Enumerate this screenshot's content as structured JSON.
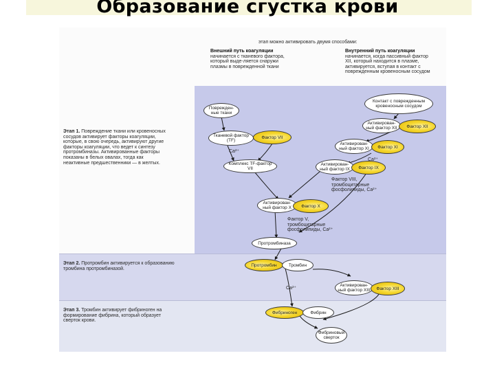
{
  "slide": {
    "title": "Образование сгустка крови"
  },
  "figure": {
    "intro": "этап можно активировать двумя способами:",
    "extrinsic": {
      "heading": "Внешний путь коагуляции",
      "text": "начинается с тканевого фактора, который выде-ляется снаружи плазмы в поврежденной ткани"
    },
    "intrinsic": {
      "heading": "Внутренний путь коагуляции",
      "text": "начинается, когда пассивный фактор XII, который находится в плазме, активируется, вступая в контакт с поврежденным кровеносным сосудом"
    },
    "stage1": {
      "label": "Этап 1.",
      "text": "Повреждение ткани или кровеносных сосудов активирует факторы коагуляции, которые, в свою очередь, активируют другие факторы коагуляции, что ведет к синтезу протромбиназы. Активированные факторы показаны в белых овалах, тогда как неактивные предшественники — в желтых."
    },
    "stage2": {
      "label": "Этап 2.",
      "text": "Протромбин активируется к образованию тромбина протромбиназой."
    },
    "stage3": {
      "label": "Этап 3.",
      "text": "Тромбин активирует фибриноген на формирование фибрина, который образует сверток крови."
    },
    "nodes": {
      "damaged_tissue": "Поврежден-ные ткани",
      "tissue_factor": "Тканевой фактор (TF)",
      "factor_vii": "Фактор VII",
      "complex": "Комплекс TF-фактор VII",
      "contact": "Контакт с поврежденным кровеносным сосудом",
      "act_xii": "Активирован-ный фактор XII",
      "factor_xii": "Фактор XII",
      "act_xi": "Активирован-ный фактор XI",
      "factor_xi": "Фактор XI",
      "act_ix": "Активирован-ный фактор IX",
      "factor_ix": "Фактор IX",
      "act_x": "Активирован-ный фактор X",
      "factor_x": "Фактор X",
      "prothrombinase": "Протромбиназа",
      "prothrombin": "Протромбин",
      "thrombin": "Тромбин",
      "act_xiii": "Активирован-ный фактор XIII",
      "factor_xiii": "Фактор XIII",
      "fibrinogen": "Фибриноген",
      "fibrin": "Фибрин",
      "clot": "Фибриновый сверток"
    },
    "labels": {
      "ca1": "Ca²⁺",
      "ca2": "Ca²⁺",
      "ca3": "Ca²⁺",
      "viii": "Фактор VIII, тромбоцитарные фосфолипиды, Ca²⁺",
      "v": "Фактор V, тромбоцитарные фосфолипиды, Ca²⁺"
    }
  }
}
